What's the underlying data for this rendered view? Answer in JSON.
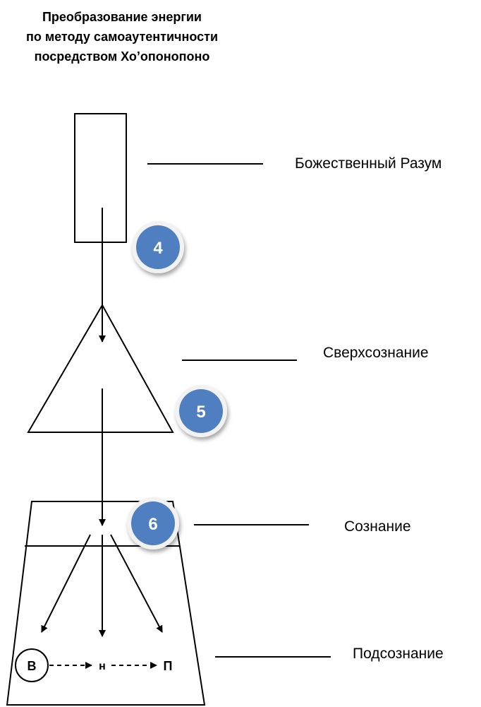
{
  "title": {
    "line1": "Преобразование энергии",
    "line2": "по методу самоаутентичности",
    "line3": "посредством Хо’опонопоно"
  },
  "labels": {
    "divine": "Божественный Разум",
    "superconscious": "Сверхсознание",
    "conscious": "Сознание",
    "subconscious": "Подсознание"
  },
  "steps": {
    "step4": "4",
    "step5": "5",
    "step6": "6"
  },
  "nodes": {
    "v": "В",
    "n": "н",
    "p": "П"
  },
  "colors": {
    "badge_fill": "#4f7fc0",
    "badge_ring": "#f2f2f2",
    "line": "#000000"
  }
}
